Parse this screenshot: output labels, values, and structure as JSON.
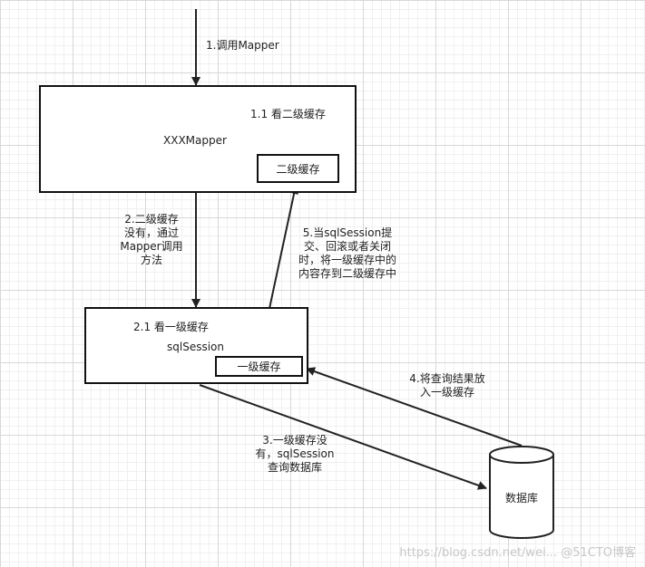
{
  "labels": {
    "step1": "1.调用Mapper",
    "step1_1": "1.1 看二级缓存",
    "mapper": "XXXMapper",
    "cache_l2": "二级缓存",
    "step2_lines": [
      "2.二级缓存",
      "没有，通过",
      "Mapper调用",
      "方法"
    ],
    "step5_lines": [
      "5.当sqlSession提",
      "交、回滚或者关闭",
      "时，将一级缓存中的",
      "内容存到二级缓存中"
    ],
    "step2_1": "2.1 看一级缓存",
    "session": "sqlSession",
    "cache_l1": "一级缓存",
    "step4_lines": [
      "4.将查询结果放",
      "入一级缓存"
    ],
    "step3_lines": [
      "3.一级缓存没",
      "有，sqlSession",
      "查询数据库"
    ],
    "database": "数据库"
  },
  "watermark": "https://blog.csdn.net/wei...  @51CTO博客"
}
